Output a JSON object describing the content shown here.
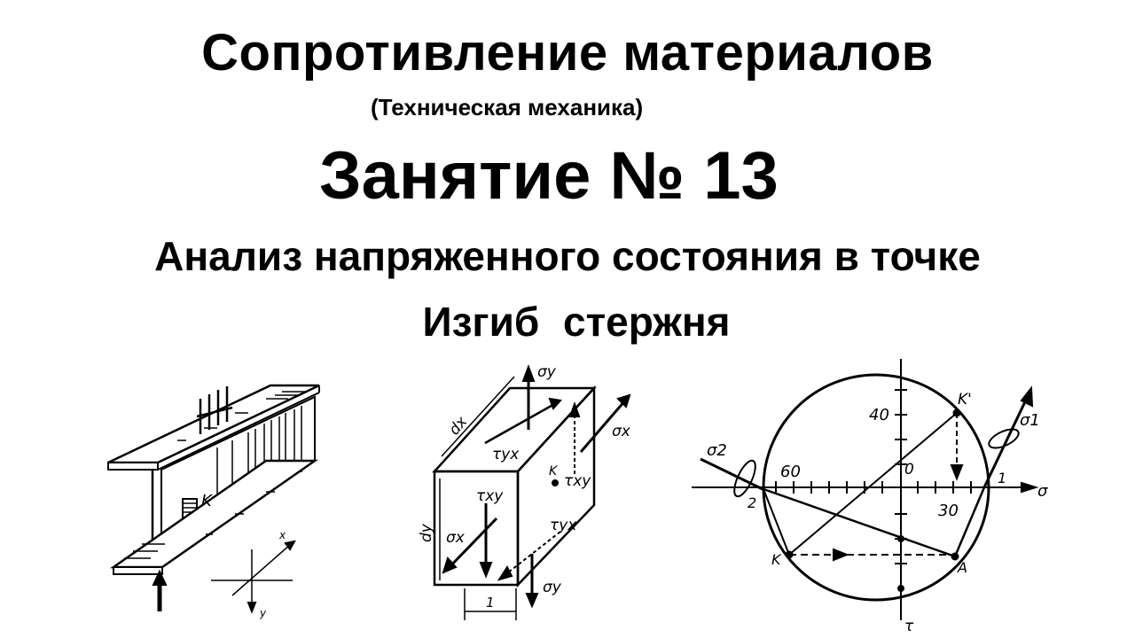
{
  "slide": {
    "title": "Сопротивление материалов",
    "subtitle": "(Техническая механика)",
    "lesson": "Занятие № 13",
    "topic": "Анализ напряженного состояния в точке",
    "subtopic": "Изгиб  стержня"
  },
  "figures": {
    "beam": {
      "point_label": "K",
      "axis_x": "x",
      "axis_y": "y"
    },
    "element": {
      "sigma_y_top": "σy",
      "sigma_x_right": "σx",
      "dx": "dx",
      "dy": "dy",
      "tau_yx_top": "τyx",
      "tau_xy_front": "τxy",
      "tau_xy_right": "τxy",
      "tau_yx_bottom": "τyx",
      "point": "K",
      "sigma_x_left": "σx",
      "sigma_y_bottom": "σy",
      "unit": "1"
    },
    "mohr": {
      "tick_40": "40",
      "tick_60": "60",
      "tick_30": "30",
      "origin": "0",
      "axis_sigma": "σ",
      "axis_tau": "τ",
      "point_K_prime": "K'",
      "point_K": "K",
      "point_A": "A",
      "point_1": "1",
      "point_2": "2",
      "sigma1": "σ1",
      "sigma2": "σ2"
    }
  }
}
